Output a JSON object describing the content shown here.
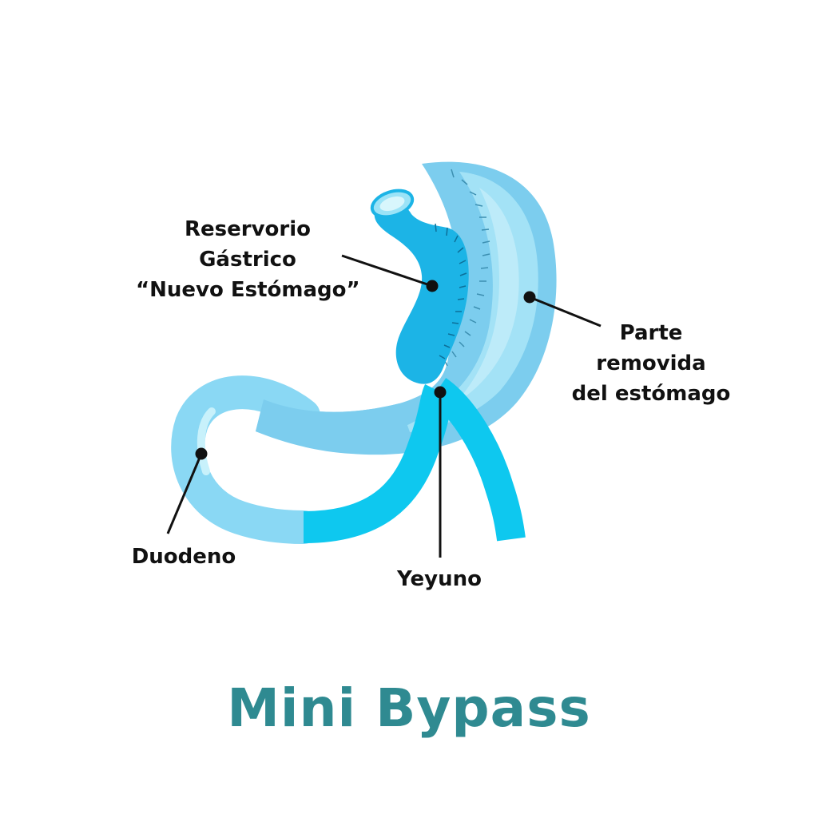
{
  "labels": {
    "reservorio": [
      "Reservorio",
      "Gástrico",
      "“Nuevo Estómago”"
    ],
    "parte_removida": [
      "Parte",
      "removida",
      "del estómago"
    ],
    "duodeno": "Duodeno",
    "yeyuno": "Yeyuno"
  },
  "title": "Mini Bypass",
  "colors": {
    "title": "#2f8a91",
    "stomach_light": "#8fdaf3",
    "stomach_mid": "#6fc6ea",
    "pouch": "#1cb4e6",
    "intestine": "#0ec8ef",
    "duodenum": "#8ad8f4",
    "line": "#111111"
  }
}
